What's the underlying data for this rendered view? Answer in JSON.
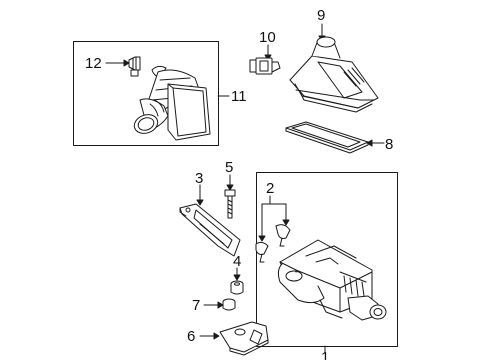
{
  "callouts": {
    "c1": "1",
    "c2": "2",
    "c3": "3",
    "c4": "4",
    "c5": "5",
    "c6": "6",
    "c7": "7",
    "c8": "8",
    "c9": "9",
    "c10": "10",
    "c11": "11",
    "c12": "12"
  },
  "colors": {
    "line": "#1a1a1a",
    "background": "#ffffff"
  }
}
